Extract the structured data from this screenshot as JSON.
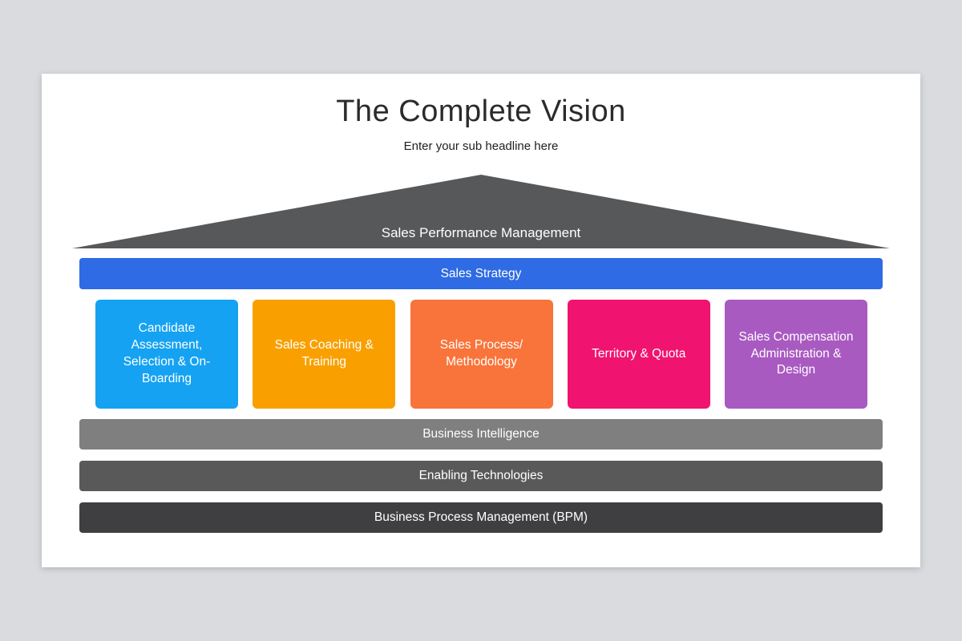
{
  "slide": {
    "title": "The Complete Vision",
    "subtitle": "Enter your sub headline here"
  },
  "pyramid": {
    "roof": {
      "label": "Sales Performance Management",
      "color": "#57585a"
    },
    "strategy_bar": {
      "label": "Sales Strategy",
      "color": "#2e6be4"
    },
    "pillars": [
      {
        "label": "Candidate Assessment, Selection & On-Boarding",
        "color": "#15a2f2"
      },
      {
        "label": "Sales Coaching & Training",
        "color": "#f9a000"
      },
      {
        "label": "Sales Process/ Methodology",
        "color": "#f9743a"
      },
      {
        "label": "Territory & Quota",
        "color": "#f0136f"
      },
      {
        "label": "Sales Compensation Administration & Design",
        "color": "#a95ac1"
      }
    ],
    "foundation_bars": [
      {
        "label": "Business Intelligence",
        "color": "#7f7f7f"
      },
      {
        "label": "Enabling Technologies",
        "color": "#595959"
      },
      {
        "label": "Business Process Management (BPM)",
        "color": "#3f3f41"
      }
    ]
  },
  "colors": {
    "page_background": "#d9dbde",
    "slide_background": "#ffffff"
  }
}
